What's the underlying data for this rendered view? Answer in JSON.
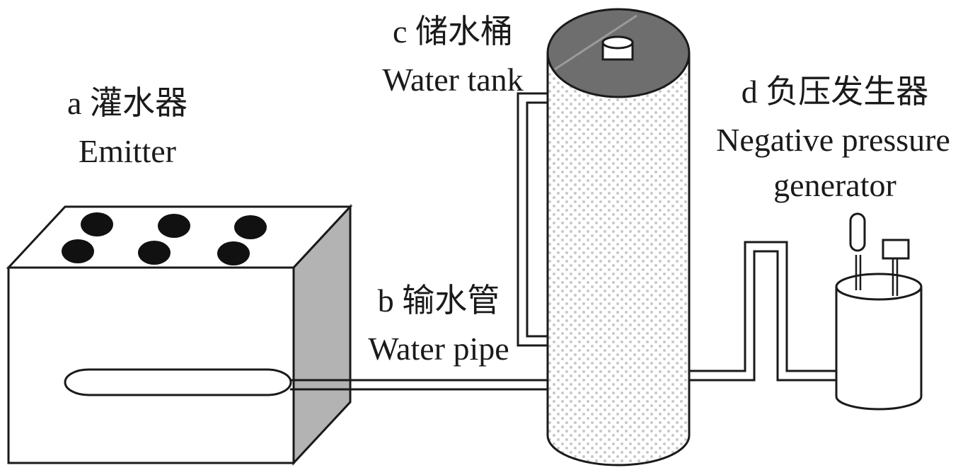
{
  "labels": {
    "emitter": {
      "zh": "a 灌水器",
      "en": "Emitter"
    },
    "water_pipe": {
      "zh": "b 输水管",
      "en": "Water pipe"
    },
    "water_tank": {
      "zh": "c 储水桶",
      "en": "Water tank"
    },
    "negative_pressure_generator": {
      "zh": "d 负压发生器",
      "en_line1": "Negative pressure",
      "en_line2": "generator"
    }
  },
  "colors": {
    "outline": "#1a1a1a",
    "box_side": "#b3b3b3",
    "tank_top": "#6e6e6e",
    "tank_dots": "#c8c8c8",
    "hole": "#111111"
  }
}
